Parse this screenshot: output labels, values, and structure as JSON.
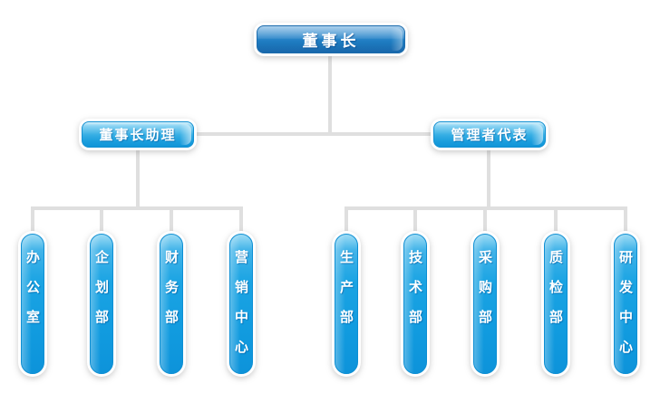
{
  "canvas": {
    "background": "#ffffff"
  },
  "org_chart": {
    "root": {
      "label": "董事长"
    },
    "level2": [
      {
        "label": "董事长助理"
      },
      {
        "label": "管理者代表"
      }
    ],
    "level3_left": [
      {
        "label": "办公室"
      },
      {
        "label": "企划部"
      },
      {
        "label": "财务部"
      },
      {
        "label": "营销中心"
      }
    ],
    "level3_right": [
      {
        "label": "生产部"
      },
      {
        "label": "技术部"
      },
      {
        "label": "采购部"
      },
      {
        "label": "质检部"
      },
      {
        "label": "研发中心"
      }
    ],
    "colors": {
      "root_node_blue": "#1e7dc2",
      "child_node_azure": "#17a1e1",
      "node_text_white": "#ffffff",
      "connector_gray": "#dfdfdf",
      "node_halo_white": "#ffffff"
    }
  }
}
